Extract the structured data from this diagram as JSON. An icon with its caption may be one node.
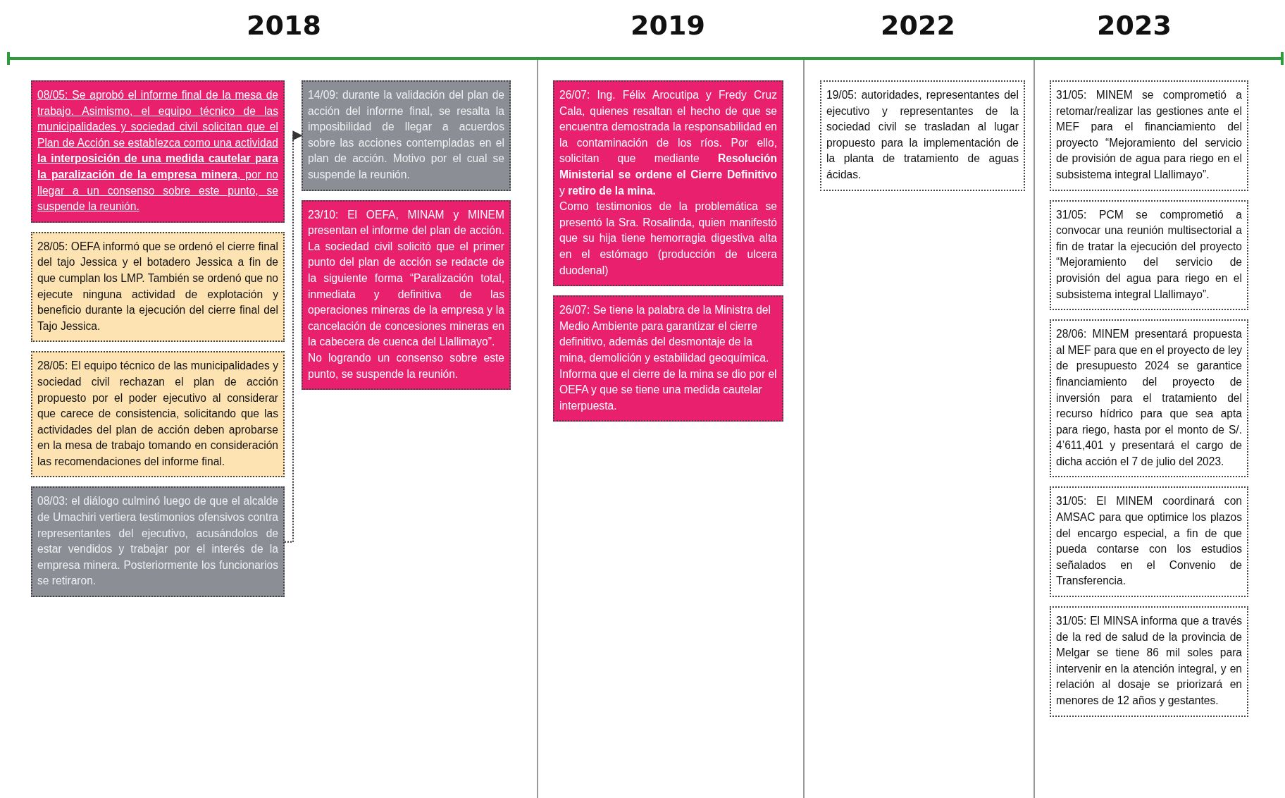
{
  "diagram": {
    "nodes": [
      {
        "text": [
          "08/05: Se aprobó el informe final de la mesa de trabajo. Asimismo, el equipo técnico de las municipalidades y sociedad civil solicitan que el Plan de Acción se establezca como una actividad **la interposición de una medida cautelar para la paralización de la empresa minera**, por no llegar a un consenso sobre este punto, se suspende la reunión."
        ]
      },
      {
        "text": [
          "28/05: OEFA informó que se ordenó el cierre final del tajo Jessica y el botadero Jessica a fin de que cumplan los LMP. También se ordenó que no ejecute ninguna actividad de explotación y beneficio durante la ejecución del cierre final del Tajo Jessica."
        ]
      },
      {
        "text": [
          "28/05: El equipo técnico de las municipalidades y sociedad civil rechazan el plan de acción propuesto por el poder ejecutivo al considerar que carece de consistencia, solicitando que las actividades del plan de acción deben aprobarse en la mesa de trabajo tomando en consideración las recomendaciones del informe final."
        ]
      },
      {
        "text": [
          "08/03: el diálogo culminó luego de que el alcalde de Umachiri vertiera testimonios ofensivos contra representantes del ejecutivo, acusándolos de estar vendidos y trabajar por el interés de la empresa minera. Posteriormente los funcionarios se retiraron."
        ]
      },
      {
        "text": [
          "14/09: durante la validación del plan de acción del informe final, se resalta la imposibilidad de llegar a acuerdos sobre las acciones contempladas en el plan de acción. Motivo por el cual se suspende la reunión."
        ]
      },
      {
        "text": [
          "23/10: El OEFA, MINAM y MINEM presentan el informe del plan de acción. La sociedad civil solicitó que el primer punto del plan de acción se redacte de la siguiente forma “Paralización total, inmediata y definitiva de las operaciones mineras de la empresa y la cancelación de concesiones mineras en la cabecera de cuenca del Llallimayo”.",
          "No logrando un consenso sobre este punto, se suspende la reunión."
        ]
      },
      {
        "text": [
          "26/07: Ing. Félix Arocutipa y Fredy Cruz Cala, quienes resaltan el hecho de que se encuentra demostrada la responsabilidad en la contaminación de los ríos. Por ello, solicitan que mediante **Resolución Ministerial se ordene el Cierre Definitivo** y **retiro de la mina.**",
          "Como testimonios de la problemática se presentó la Sra. Rosalinda, quien manifestó que su hija tiene hemorragia digestiva alta en el estómago (producción de ulcera duodenal)"
        ]
      },
      {
        "text": [
          "26/07: Se tiene la palabra de la Ministra del Medio Ambiente para garantizar el cierre definitivo, además del desmontaje de la mina, demolición y estabilidad geoquímica. Informa que el cierre de la mina se dio por el OEFA y que se tiene una medida cautelar interpuesta."
        ]
      },
      {
        "text": [
          "19/05: autoridades, representantes del ejecutivo y representantes de la sociedad civil se trasladan al lugar propuesto para la implementación de la planta de tratamiento de aguas ácidas."
        ]
      },
      {
        "text": [
          "31/05: MINEM se comprometió a retomar/realizar las gestiones ante el MEF para el financiamiento del proyecto “Mejoramiento del servicio de provisión de agua para riego en el subsistema integral Llallimayo”."
        ]
      },
      {
        "text": [
          "31/05: PCM se comprometió a convocar una reunión multisectorial a fin de tratar la ejecución del proyecto “Mejoramiento del servicio de provisión del agua para riego en el subsistema integral Llallimayo”."
        ]
      },
      {
        "text": [
          "28/06: MINEM presentará propuesta al MEF para que en el proyecto de ley de presupuesto 2024 se garantice financiamiento del proyecto de inversión para el tratamiento del recurso hídrico para que sea apta para riego, hasta por el monto de S/. 4’611,401 y presentará el cargo de dicha acción el 7 de julio del 2023."
        ]
      },
      {
        "text": [
          "31/05: El MINEM coordinará con AMSAC para que optimice los plazos del encargo especial, a fin de que pueda contarse con los estudios señalados en el Convenio de Transferencia."
        ]
      },
      {
        "text": [
          "31/05: El MINSA informa que a través de la red de salud de la provincia de Melgar se tiene 86 mil soles para intervenir en la atención integral, y en relación al dosaje se priorizará en menores de 12 años y gestantes."
        ]
      }
    ],
    "edges": [
      {
        "from": 3,
        "to": 4,
        "arrow": "to",
        "style": "dashed"
      }
    ],
    "labels": [
      "2018",
      "2019",
      "2022",
      "2023"
    ]
  }
}
